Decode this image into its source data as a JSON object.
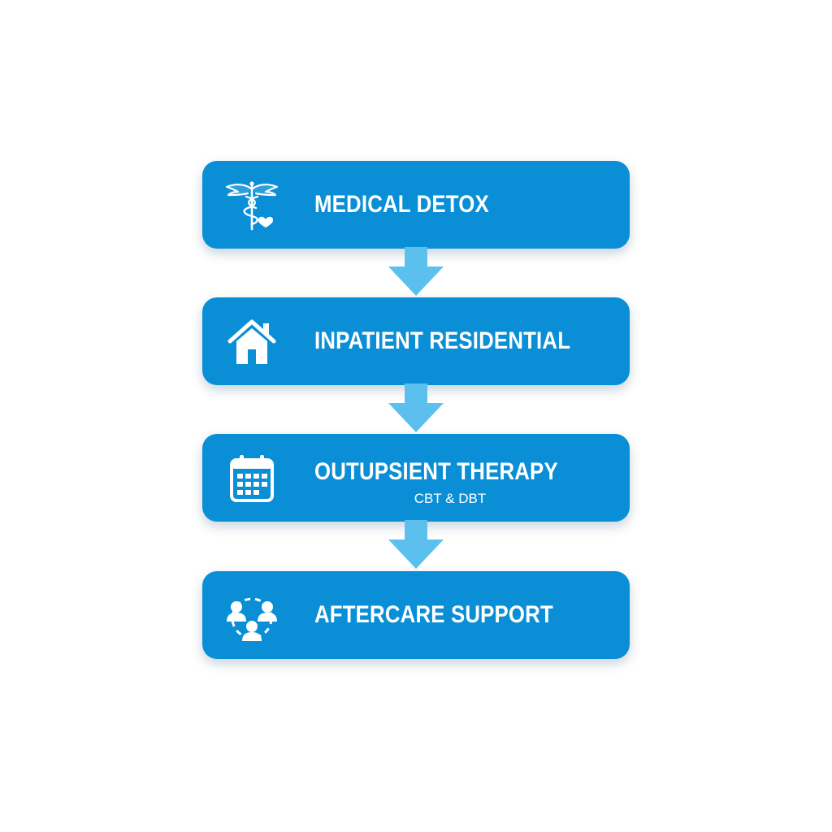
{
  "colors": {
    "box_fill": "#0a8fd6",
    "arrow_fill": "#5cc0ee",
    "text": "#ffffff",
    "background": "#ffffff"
  },
  "steps": [
    {
      "title": "MEDICAL DETOX",
      "subtitle": "",
      "icon": "caduceus-heart-icon"
    },
    {
      "title": "INPATIENT RESIDENTIAL",
      "subtitle": "",
      "icon": "house-icon"
    },
    {
      "title": "OUTUPSIENT THERAPY",
      "subtitle": "CBT & DBT",
      "icon": "calendar-icon"
    },
    {
      "title": "AFTERCARE SUPPORT",
      "subtitle": "",
      "icon": "group-support-icon"
    }
  ]
}
